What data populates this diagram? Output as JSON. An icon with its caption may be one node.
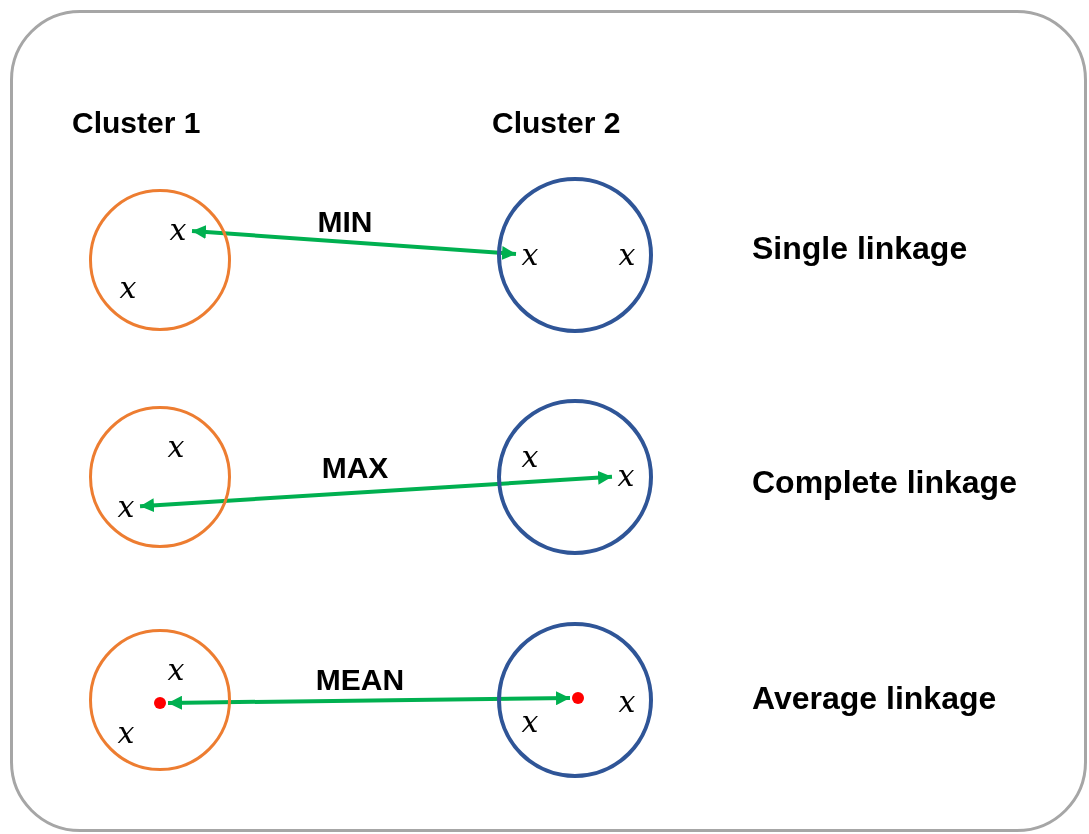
{
  "diagram": {
    "nodes": [
      {
        "text": [],
        "shape": "circle"
      },
      {
        "text": [
          "x"
        ],
        "in": 0
      },
      {
        "text": [
          "x"
        ],
        "in": 0
      },
      {
        "text": [],
        "shape": "circle"
      },
      {
        "text": [
          "x"
        ],
        "in": 3
      },
      {
        "text": [
          "x"
        ],
        "in": 3
      },
      {
        "text": [],
        "shape": "circle"
      },
      {
        "text": [
          "x"
        ],
        "in": 6
      },
      {
        "text": [
          "x"
        ],
        "in": 6
      },
      {
        "text": [],
        "shape": "circle"
      },
      {
        "text": [
          "x"
        ],
        "in": 9
      },
      {
        "text": [
          "x"
        ],
        "in": 9
      },
      {
        "text": [],
        "shape": "circle"
      },
      {
        "text": [
          "x"
        ],
        "in": 12
      },
      {
        "text": [],
        "shape": "circle",
        "in": 12
      },
      {
        "text": [
          "x"
        ],
        "in": 12
      },
      {
        "text": [],
        "shape": "circle"
      },
      {
        "text": [
          "x"
        ],
        "in": 16
      },
      {
        "text": [],
        "shape": "circle",
        "in": 16
      },
      {
        "text": [
          "x"
        ],
        "in": 16
      }
    ],
    "edges": [
      {
        "from": 4,
        "to": 1,
        "arrow": "both",
        "label": "MIN"
      },
      {
        "from": 11,
        "to": 8,
        "arrow": "both",
        "label": "MAX"
      },
      {
        "from": 14,
        "to": 18,
        "arrow": "both",
        "label": "MEAN"
      }
    ],
    "labels": [
      "Cluster 1",
      "Cluster 2",
      "Single linkage",
      "Complete linkage",
      "Average linkage"
    ]
  }
}
